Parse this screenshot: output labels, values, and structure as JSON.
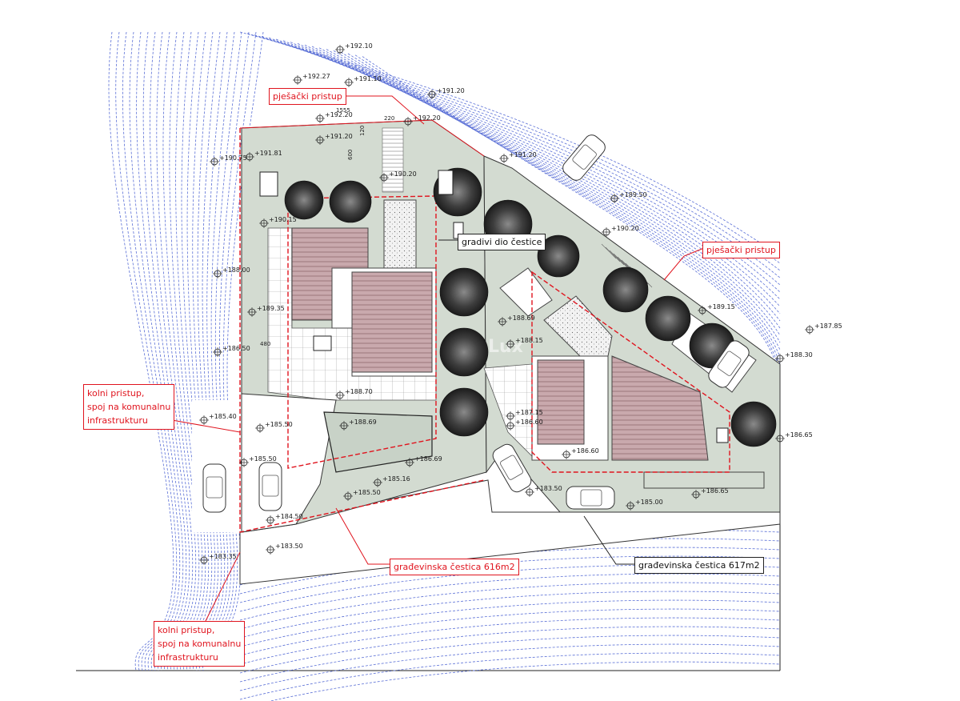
{
  "callouts": {
    "pedestrian_access_top": "pješački pristup",
    "pedestrian_access_right": "pješački pristup",
    "buildable_part": "gradivi dio čestice",
    "vehicle_access_1": [
      "kolni pristup,",
      "spoj na komunalnu",
      "infrastrukturu"
    ],
    "vehicle_access_2": [
      "kolni pristup,",
      "spoj na komunalnu",
      "infrastrukturu"
    ],
    "building_plot_616": "građevinska čestica 616m2",
    "building_plot_617": "građevinska čestica 617m2"
  },
  "watermark": "Lux",
  "dimensions": [
    "1555",
    "220",
    "120",
    "600",
    "480"
  ],
  "elevations": [
    "+192.10",
    "+192.27",
    "+191.10",
    "+191.20",
    "+192.20",
    "+192.20",
    "+191.20",
    "+191.81",
    "+190.75",
    "+190.20",
    "+190.15",
    "+191.20",
    "+189.50",
    "+190.20",
    "+188.00",
    "+189.35",
    "+188.69",
    "+188.15",
    "+186.50",
    "+189.15",
    "+187.85",
    "+188.30",
    "+188.70",
    "+188.69",
    "+185.40",
    "+185.50",
    "+187.15",
    "+186.60",
    "+186.65",
    "+185.50",
    "+186.60",
    "+186.69",
    "+185.16",
    "+185.50",
    "+183.50",
    "+185.00",
    "+186.65",
    "+184.50",
    "+183.50",
    "+183.35"
  ],
  "colors": {
    "contour": "#5a6fd6",
    "green": "#d3dbd1",
    "roof": "#c9a9ad",
    "red": "#e0141e",
    "tree": "#3c3c3c"
  }
}
